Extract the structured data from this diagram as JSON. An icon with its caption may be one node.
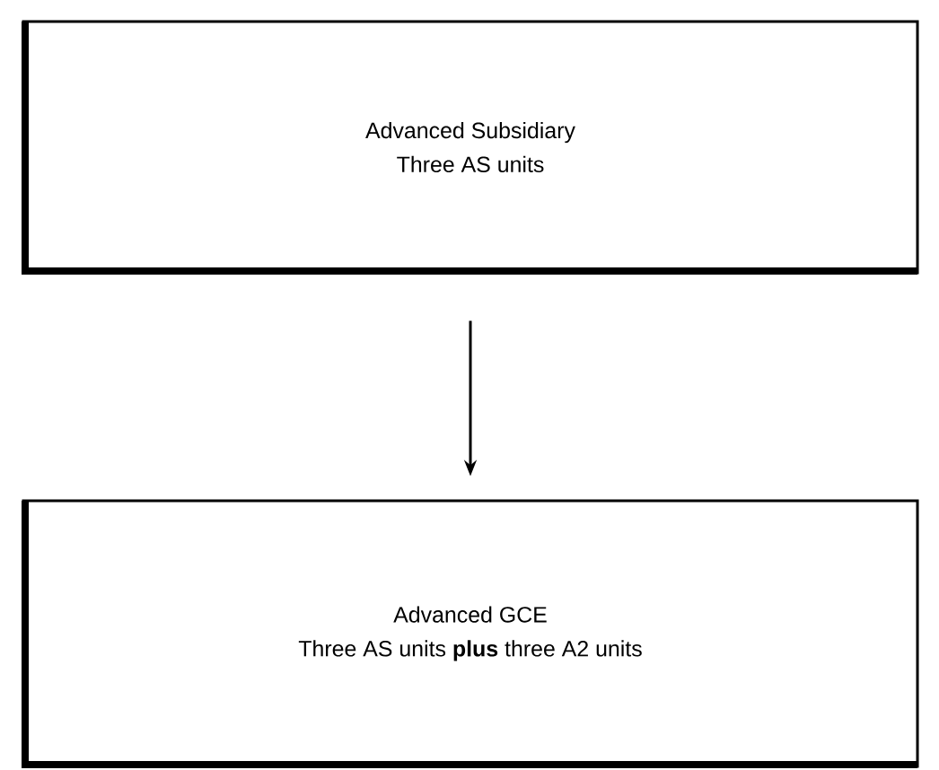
{
  "diagram": {
    "nodes": [
      {
        "text": [
          "Advanced Subsidiary",
          "Three AS units"
        ]
      },
      {
        "text": [
          "Advanced GCE",
          "Three AS units **plus** three A2 units"
        ]
      }
    ],
    "edges": [
      {
        "from": 0,
        "to": 1,
        "arrow": "to"
      }
    ]
  }
}
